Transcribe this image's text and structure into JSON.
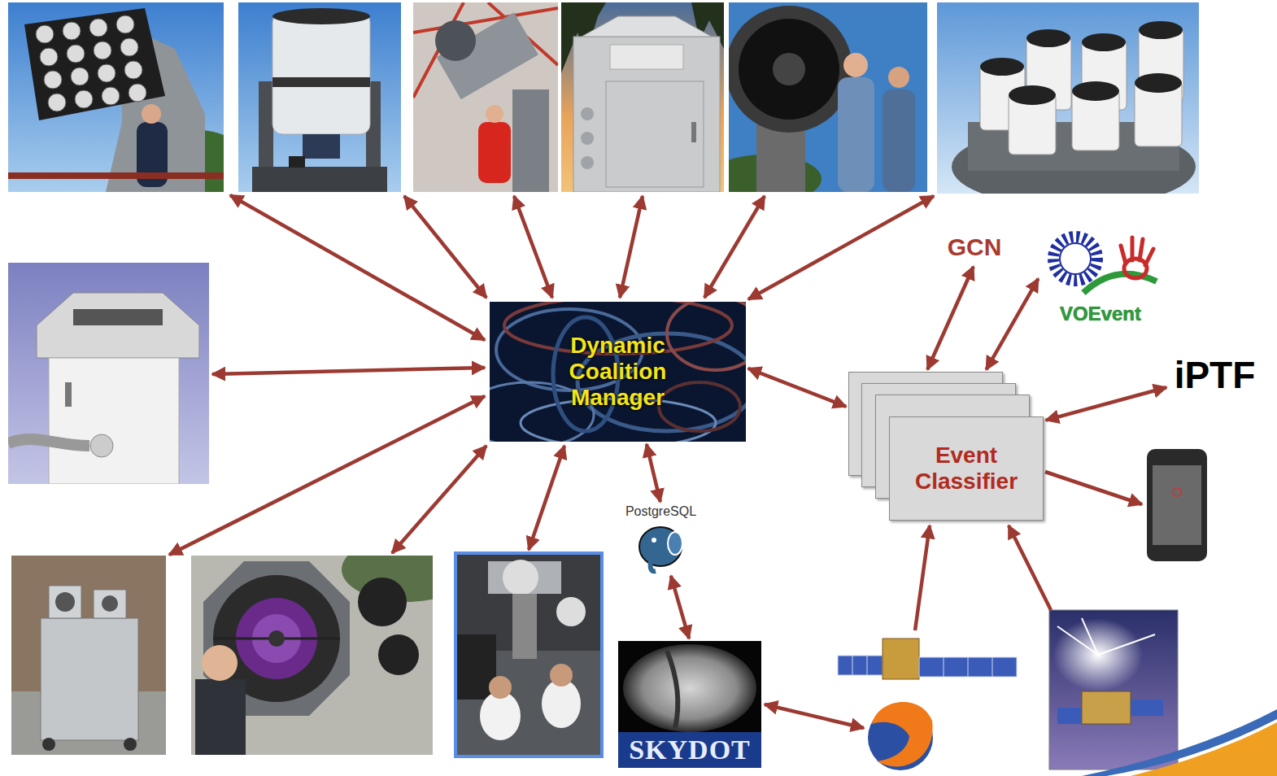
{
  "diagram": {
    "nodes": [
      {
        "text": [
          "GCN"
        ]
      },
      {
        "text": [
          "VOEvent"
        ]
      },
      {
        "text": [
          "Dynamic Coalition Manager"
        ]
      },
      {
        "text": [
          "iPTF"
        ]
      },
      {
        "text": [
          "Event Classifier"
        ]
      },
      {
        "text": [
          "PostgreSQL"
        ]
      },
      {
        "text": [
          "SKYDOT"
        ]
      }
    ],
    "edges": [
      {
        "from": 2,
        "to": 4,
        "arrow": "both"
      },
      {
        "from": 0,
        "to": 4,
        "arrow": "both"
      },
      {
        "from": 1,
        "to": 4,
        "arrow": "both"
      },
      {
        "from": 3,
        "to": 4,
        "arrow": "both"
      },
      {
        "from": 2,
        "to": 5,
        "arrow": "both"
      },
      {
        "from": 5,
        "to": 6,
        "arrow": "both"
      }
    ]
  }
}
